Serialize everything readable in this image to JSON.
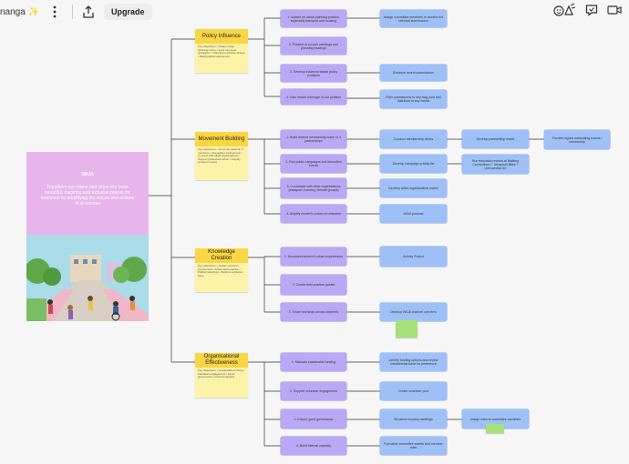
{
  "app": {
    "board_name": "nanga",
    "upgrade_label": "Upgrade"
  },
  "hero": {
    "title": "WiUA",
    "description": "Transform our towns and cities into more beautiful, inspiring and inclusive places for everyone by amplifying the voices and actions of all women"
  },
  "pillars": [
    {
      "title": "Policy Influence",
      "body": "Key objectives: • Shape urban planning policy • Input into local strategies • Champion inclusive design • Build political awareness"
    },
    {
      "title": "Movement Building",
      "body": "Key objectives: • Grow the network of members • Strengthen local groups • Connect with allied organisations • Support grassroots action • Amplify women's voices"
    },
    {
      "title": "Knowledge Creation",
      "body": "Key objectives: • Gather women's experiences • Share best practice • Publish learnings • Build an evidence base"
    },
    {
      "title": "Organisational Effectiveness",
      "body": "Key objectives: • Sustainable funding • Volunteer engagement • Good governance • Internal capacity"
    }
  ],
  "actions": [
    {
      "label": "1. Submit on urban planning policies, especially transport and housing"
    },
    {
      "label": "2. Present at council meetings and planning hearings"
    },
    {
      "label": "3. Develop evidence based policy positions"
    },
    {
      "label": "4. Gain media coverage of our position"
    },
    {
      "label": "1. Build diverse membership base of 4 partnerships"
    },
    {
      "label": "2. Run public campaigns and education events"
    },
    {
      "label": "3. Coordinate with other organisations (transport, housing, climate groups)"
    },
    {
      "label": "4. Amplify women's voices in urbanism"
    },
    {
      "label": "1. Document women's urban experiences"
    },
    {
      "label": "2. Create best practice guides"
    },
    {
      "label": "3. Share learnings across channels"
    },
    {
      "label": "1. Maintain sustainable funding"
    },
    {
      "label": "2. Support volunteer engagement"
    },
    {
      "label": "3. Ensure good governance"
    },
    {
      "label": "4. Build internal capacity"
    }
  ],
  "tasks": [
    {
      "label": "Assign committee members to monitor the relevant submissions"
    },
    {
      "label": "Enhance recent submissions"
    },
    {
      "label": "Pitch submissions to key blog post and distribute to key media"
    },
    {
      "label": "Conduct membership drives"
    },
    {
      "label": "Develop campaign priority list"
    },
    {
      "label": "Develop allied organisations matrix"
    },
    {
      "label": "WiUA podcast"
    },
    {
      "label": "Activity Project"
    },
    {
      "label": "Develop WiUA channel overview"
    },
    {
      "label": "Identify funding options and review membership base for preference"
    },
    {
      "label": "Create volunteer pool"
    },
    {
      "label": "Structure monthly meetings"
    },
    {
      "label": "Formalise committee events and member roles"
    }
  ],
  "subtasks": [
    {
      "label": "Develop partnership matrix"
    },
    {
      "label": "Run education events at Walking Connections + Urbanism Bites + Unexpected Art"
    },
    {
      "label": "Assign roles to committee members"
    }
  ],
  "final_tasks": [
    {
      "label": "Provide regular networking events / mentorship"
    }
  ]
}
